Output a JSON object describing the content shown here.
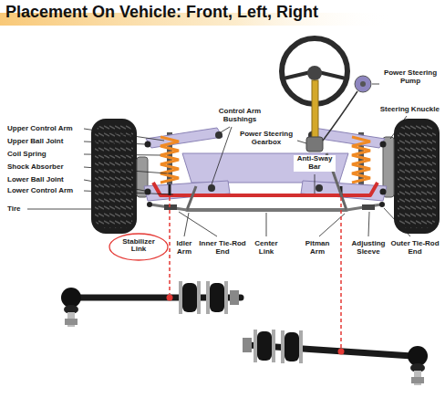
{
  "diagram": {
    "title": "Placement On Vehicle: Front, Left, Right",
    "nodes": [
      {
        "text": [
          "Stabilizer Link"
        ]
      }
    ],
    "labels": [
      "Control Arm Bushings",
      "Power Steering Pump",
      "Upper Control Arm",
      "Steering Knuckle",
      "Power Steering Gearbox",
      "Upper Ball Joint",
      "Coil Spring",
      "Anti-Sway Bar",
      "Shock Absorber",
      "Lower Ball Joint",
      "Lower Control Arm",
      "Tire",
      "Idler Arm",
      "Inner Tie-Rod End",
      "Center Link",
      "Pitman Arm",
      "Adjusting Sleeve",
      "Outer Tie-Rod End"
    ]
  }
}
